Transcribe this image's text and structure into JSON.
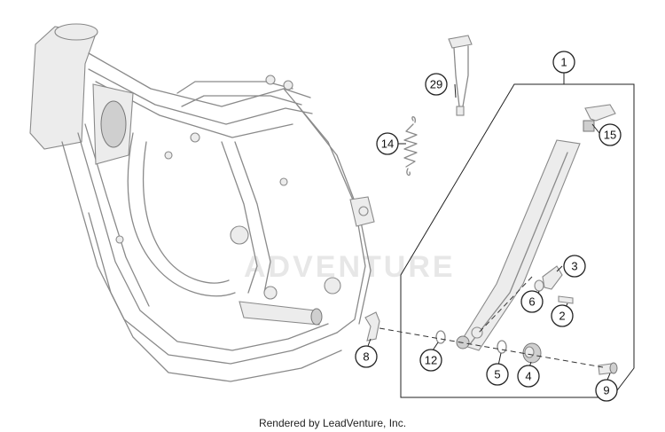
{
  "watermark": "ADVENTURE",
  "footer": "Rendered by LeadVenture, Inc.",
  "callouts": [
    {
      "id": "1",
      "label": "1"
    },
    {
      "id": "2",
      "label": "2"
    },
    {
      "id": "3",
      "label": "3"
    },
    {
      "id": "4",
      "label": "4"
    },
    {
      "id": "5",
      "label": "5"
    },
    {
      "id": "6",
      "label": "6"
    },
    {
      "id": "8",
      "label": "8"
    },
    {
      "id": "9",
      "label": "9"
    },
    {
      "id": "12",
      "label": "12"
    },
    {
      "id": "14",
      "label": "14"
    },
    {
      "id": "15",
      "label": "15"
    },
    {
      "id": "29",
      "label": "29"
    }
  ]
}
